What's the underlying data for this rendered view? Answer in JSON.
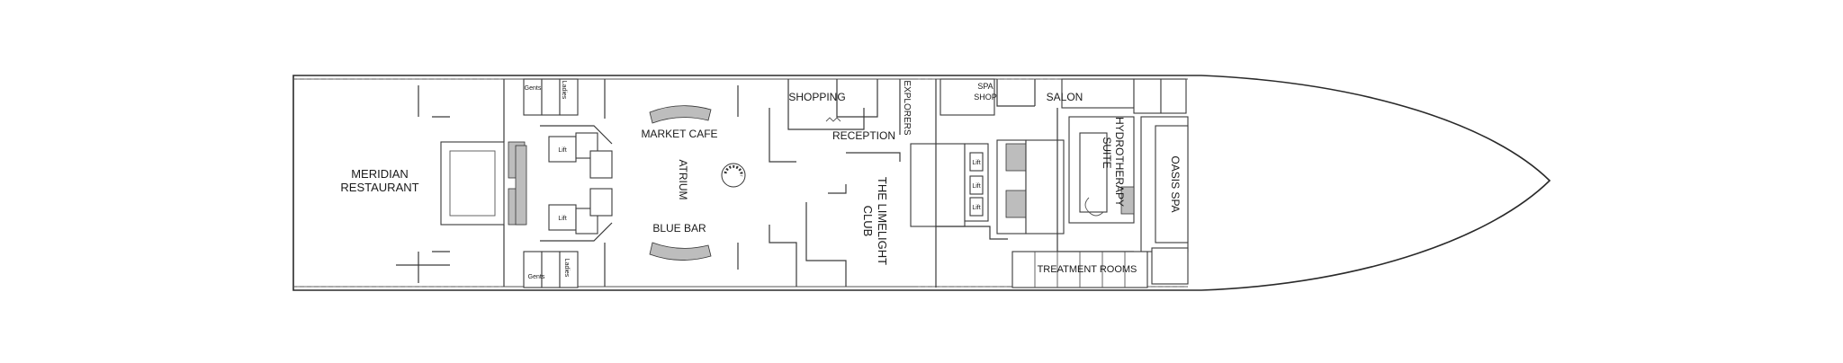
{
  "deck": {
    "labels": {
      "meridian_restaurant": [
        "MERIDIAN",
        "RESTAURANT"
      ],
      "market_cafe": "MARKET CAFE",
      "atrium": "ATRIUM",
      "blue_bar": "BLUE BAR",
      "shopping": "SHOPPING",
      "reception": "RECEPTION",
      "explorers": "EXPLORERS",
      "limelight_club": [
        "THE LIMELIGHT",
        "CLUB"
      ],
      "spa_shop": [
        "SPA",
        "SHOP"
      ],
      "salon": "SALON",
      "hydrotherapy_suite": [
        "HYDROTHERAPY",
        "SUITE"
      ],
      "oasis_spa": "OASIS SPA",
      "treatment_rooms": "TREATMENT ROOMS",
      "gents_top": "Gents",
      "ladies_top": "Ladies",
      "gents_bottom": "Gents",
      "ladies_bottom": "Ladies",
      "lift": "Lift"
    }
  }
}
